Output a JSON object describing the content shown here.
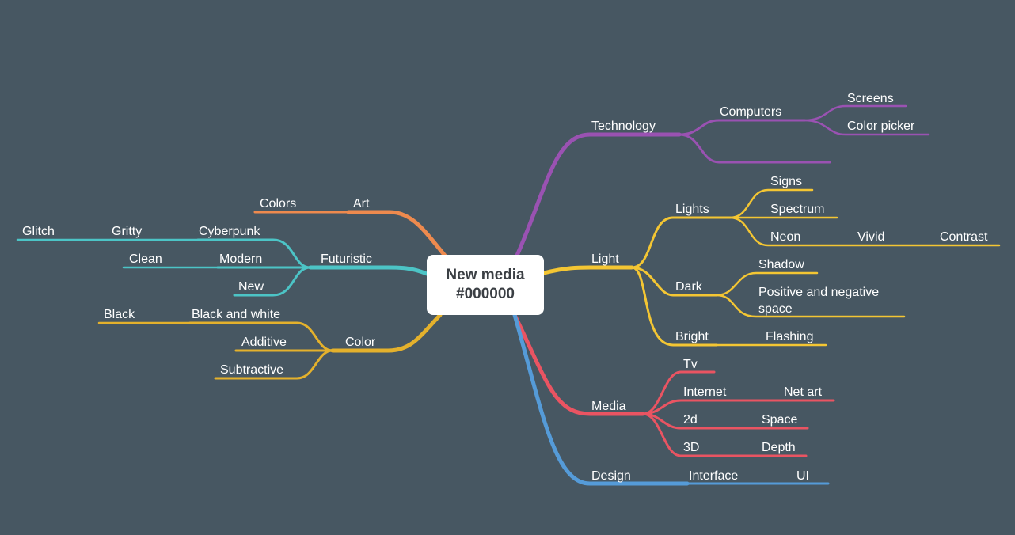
{
  "colors": {
    "background": "#475762",
    "technology": "#9a52b2",
    "light": "#f4c633",
    "media": "#ea5462",
    "design": "#559bd8",
    "art": "#ee8a4e",
    "futuristic": "#4cc4c6",
    "color": "#e4b12c"
  },
  "central_topic": {
    "line1": "New media",
    "line2": "#000000"
  },
  "branches": {
    "technology": {
      "label": "Technology",
      "computers": {
        "label": "Computers",
        "children": [
          "Screens",
          "Color picker"
        ]
      },
      "empty_child": ""
    },
    "light": {
      "label": "Light",
      "lights": {
        "label": "Lights",
        "signs": "Signs",
        "spectrum": "Spectrum",
        "neon": {
          "label": "Neon",
          "vivid": "Vivid",
          "contrast": "Contrast"
        }
      },
      "dark": {
        "label": "Dark",
        "shadow": "Shadow",
        "pos_neg_line1": "Positive and negative",
        "pos_neg_line2": "space"
      },
      "bright": {
        "label": "Bright",
        "flashing": "Flashing"
      }
    },
    "media": {
      "label": "Media",
      "tv": "Tv",
      "internet": {
        "label": "Internet",
        "child": "Net art"
      },
      "two_d": {
        "label": "2d",
        "child": "Space"
      },
      "three_d": {
        "label": "3D",
        "child": "Depth"
      }
    },
    "design": {
      "label": "Design",
      "interface": {
        "label": "Interface",
        "child": "UI"
      }
    },
    "art": {
      "label": "Art",
      "colors": "Colors"
    },
    "futuristic": {
      "label": "Futuristic",
      "cyberpunk": {
        "label": "Cyberpunk",
        "gritty": "Gritty",
        "glitch": "Glitch"
      },
      "modern": {
        "label": "Modern",
        "clean": "Clean"
      },
      "new": "New"
    },
    "color": {
      "label": "Color",
      "black_and_white": {
        "label": "Black and white",
        "black": "Black"
      },
      "additive": "Additive",
      "subtractive": "Subtractive"
    }
  }
}
